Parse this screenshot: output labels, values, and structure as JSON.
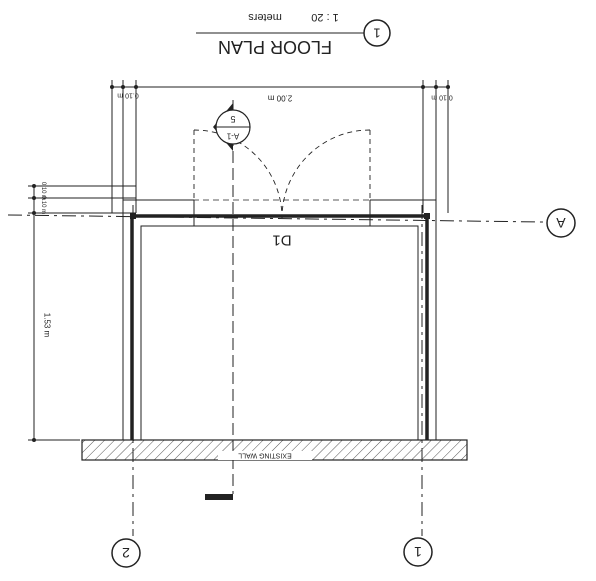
{
  "title": {
    "number": "1",
    "name": "FLOOR PLAN",
    "scale": "1 : 20",
    "units": "meters"
  },
  "dimensions": {
    "overall_width": "2.00 m",
    "left_wall": "0.10 m",
    "right_wall": "0.10 m",
    "top_a": "0.10 m",
    "top_b": "0.10 m",
    "depth": "1.53 m"
  },
  "door_tag": "D1",
  "wall_label": "EXISTING WALL",
  "section_marker": {
    "sheet": "A-1",
    "number": "5"
  },
  "grid": {
    "horizontal": [
      "A"
    ],
    "vertical_left": "2",
    "vertical_right": "1"
  },
  "colors": {
    "ink": "#222222",
    "hatch": "#555555",
    "fill_gray": "#9a9a9a"
  }
}
